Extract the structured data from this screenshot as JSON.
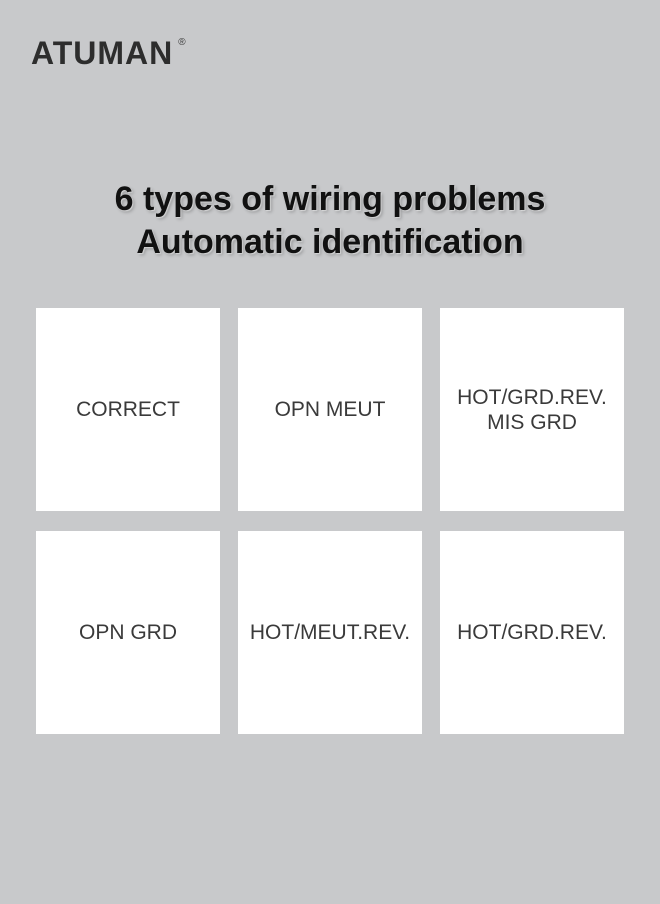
{
  "brand": {
    "name": "ATUMAN",
    "registered_mark": "®"
  },
  "headline": {
    "line1": "6 types of wiring problems",
    "line2": "Automatic identification"
  },
  "cards": [
    {
      "label": "CORRECT"
    },
    {
      "label": "OPN MEUT"
    },
    {
      "label": "HOT/GRD.REV.\nMIS GRD"
    },
    {
      "label": "OPN GRD"
    },
    {
      "label": "HOT/MEUT.REV."
    },
    {
      "label": "HOT/GRD.REV."
    }
  ],
  "colors": {
    "background": "#c8c9cb",
    "card": "#ffffff",
    "headline_text": "#111111",
    "card_text": "#3a3a3a",
    "brand_text": "#2d2d2d"
  }
}
